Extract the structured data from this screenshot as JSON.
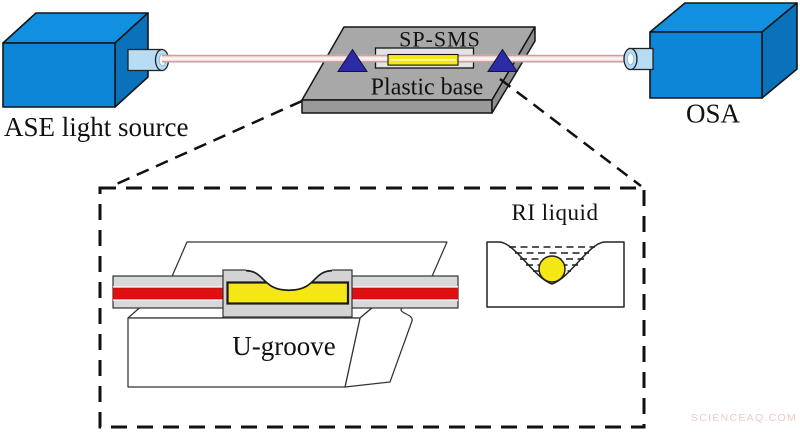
{
  "diagram": {
    "labels": {
      "ase": "ASE light source",
      "osa": "OSA",
      "sp_sms": "SP-SMS",
      "plastic_base": "Plastic base",
      "u_groove": "U-groove",
      "ri_liquid": "RI liquid"
    },
    "watermark": "SCIENCEAQ.COM",
    "colors": {
      "box_blue": "#0d86d8",
      "box_blue_top": "#1190e2",
      "box_blue_side": "#0a72ba",
      "connector_blue": "#b8dcf4",
      "platform_gray": "#a8a8a8",
      "fiber_pink": "#f1e3e3",
      "fiber_core_red": "#de1010",
      "mmf_yellow": "#f5e616",
      "clamp_navy": "#2b2ba6",
      "liquid_drop_yellow": "#f5e616"
    }
  }
}
